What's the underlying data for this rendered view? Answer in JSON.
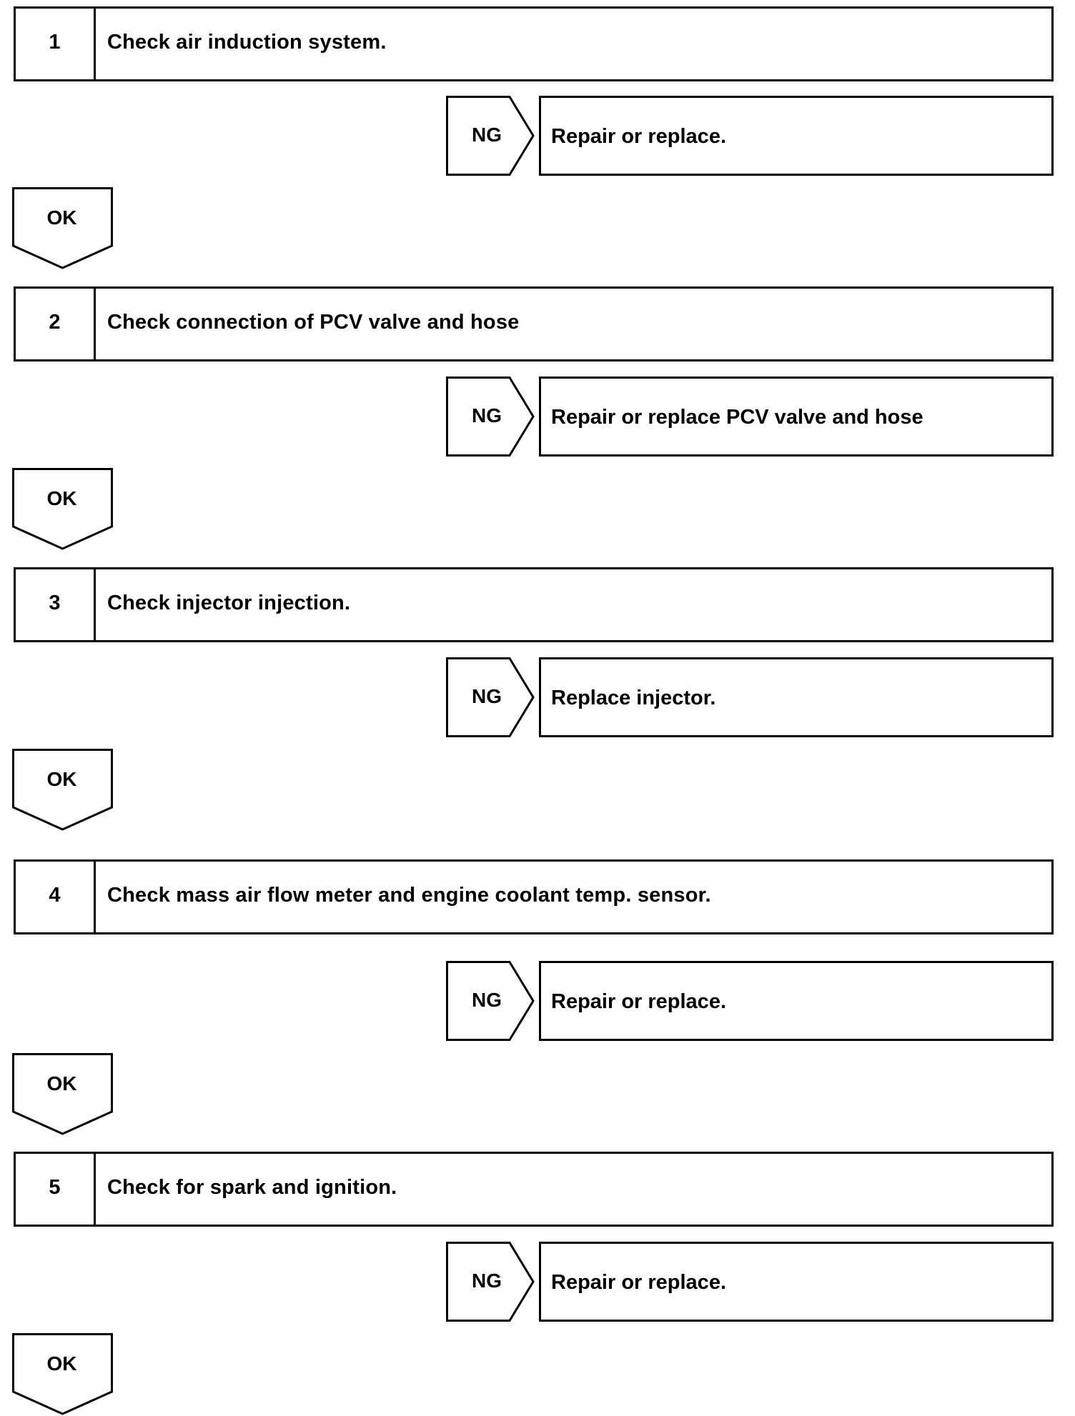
{
  "steps": [
    {
      "number": "1",
      "text": "Check air induction system.",
      "ng_label": "NG",
      "ng_action": "Repair or replace.",
      "ok_label": "OK"
    },
    {
      "number": "2",
      "text": "Check connection of PCV valve and hose",
      "ng_label": "NG",
      "ng_action": "Repair or replace PCV valve and hose",
      "ok_label": "OK"
    },
    {
      "number": "3",
      "text": "Check injector injection.",
      "ng_label": "NG",
      "ng_action": "Replace injector.",
      "ok_label": "OK"
    },
    {
      "number": "4",
      "text": "Check mass air flow meter and engine coolant temp. sensor.",
      "ng_label": "NG",
      "ng_action": "Repair or replace.",
      "ok_label": "OK"
    },
    {
      "number": "5",
      "text": "Check for spark and ignition.",
      "ng_label": "NG",
      "ng_action": "Repair or replace.",
      "ok_label": "OK"
    }
  ]
}
